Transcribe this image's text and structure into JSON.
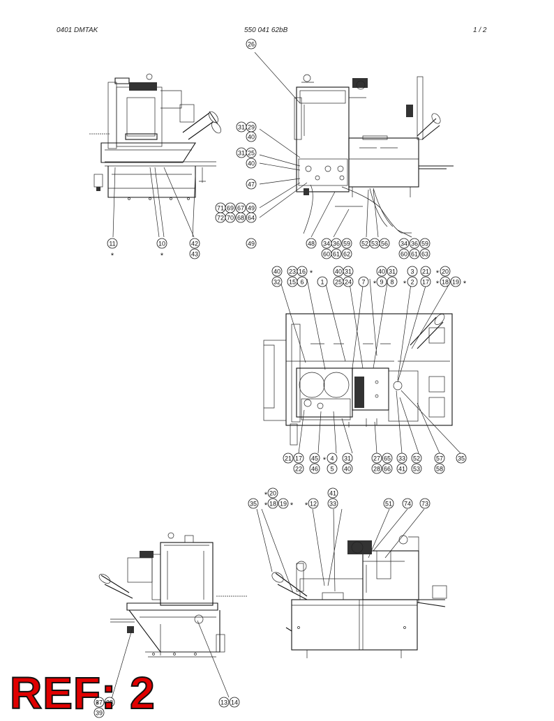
{
  "header": {
    "left": "0401   DMTAK",
    "center": "550 041 62bB",
    "right": "1 /   2"
  },
  "ref_label": "REF: 2",
  "callouts": {
    "v1": [
      {
        "id": "c11",
        "n": "11"
      },
      {
        "id": "c10",
        "n": "10"
      },
      {
        "id": "c42",
        "n": "42"
      },
      {
        "id": "c43",
        "n": "43"
      }
    ],
    "v2": [
      {
        "id": "c26",
        "n": "26"
      },
      {
        "id": "c31a",
        "n": "31"
      },
      {
        "id": "c29",
        "n": "29"
      },
      {
        "id": "c40a",
        "n": "40"
      },
      {
        "id": "c31b",
        "n": "31"
      },
      {
        "id": "c25",
        "n": "25"
      },
      {
        "id": "c40b",
        "n": "40"
      },
      {
        "id": "c47",
        "n": "47"
      },
      {
        "id": "c71",
        "n": "71"
      },
      {
        "id": "c69",
        "n": "69"
      },
      {
        "id": "c67",
        "n": "67"
      },
      {
        "id": "c49a",
        "n": "49"
      },
      {
        "id": "c72",
        "n": "72"
      },
      {
        "id": "c70",
        "n": "70"
      },
      {
        "id": "c68",
        "n": "68"
      },
      {
        "id": "c64",
        "n": "64"
      },
      {
        "id": "c49b",
        "n": "49"
      },
      {
        "id": "c48",
        "n": "48"
      },
      {
        "id": "c34a",
        "n": "34"
      },
      {
        "id": "c36a",
        "n": "36"
      },
      {
        "id": "c59a",
        "n": "59"
      },
      {
        "id": "c60a",
        "n": "60"
      },
      {
        "id": "c61a",
        "n": "61"
      },
      {
        "id": "c62",
        "n": "62"
      },
      {
        "id": "c52",
        "n": "52"
      },
      {
        "id": "c53",
        "n": "53"
      },
      {
        "id": "c56",
        "n": "56"
      },
      {
        "id": "c34b",
        "n": "34"
      },
      {
        "id": "c36b",
        "n": "36"
      },
      {
        "id": "c59b",
        "n": "59"
      },
      {
        "id": "c60b",
        "n": "60"
      },
      {
        "id": "c61b",
        "n": "61"
      },
      {
        "id": "c63",
        "n": "63"
      }
    ],
    "v3_top": [
      {
        "id": "c40c",
        "n": "40"
      },
      {
        "id": "c23",
        "n": "23"
      },
      {
        "id": "c16",
        "n": "16"
      },
      {
        "id": "c40d",
        "n": "40"
      },
      {
        "id": "c31c",
        "n": "31"
      },
      {
        "id": "c40e",
        "n": "40"
      },
      {
        "id": "c31d",
        "n": "31"
      },
      {
        "id": "c3",
        "n": "3"
      },
      {
        "id": "c21a",
        "n": "21"
      },
      {
        "id": "c20a",
        "n": "20"
      },
      {
        "id": "c32",
        "n": "32"
      },
      {
        "id": "c15",
        "n": "15"
      },
      {
        "id": "c6",
        "n": "6"
      },
      {
        "id": "c1",
        "n": "1"
      },
      {
        "id": "c25b",
        "n": "25"
      },
      {
        "id": "c24",
        "n": "24"
      },
      {
        "id": "c7",
        "n": "7"
      },
      {
        "id": "c9",
        "n": "9"
      },
      {
        "id": "c8",
        "n": "8"
      },
      {
        "id": "c2",
        "n": "2"
      },
      {
        "id": "c17a",
        "n": "17"
      },
      {
        "id": "c18a",
        "n": "18"
      },
      {
        "id": "c19a",
        "n": "19"
      }
    ],
    "v3_bottom": [
      {
        "id": "c21b",
        "n": "21"
      },
      {
        "id": "c17b",
        "n": "17"
      },
      {
        "id": "c22",
        "n": "22"
      },
      {
        "id": "c45",
        "n": "45"
      },
      {
        "id": "c46",
        "n": "46"
      },
      {
        "id": "c4",
        "n": "4"
      },
      {
        "id": "c5",
        "n": "5"
      },
      {
        "id": "c31e",
        "n": "31"
      },
      {
        "id": "c40f",
        "n": "40"
      },
      {
        "id": "c27",
        "n": "27"
      },
      {
        "id": "c65",
        "n": "65"
      },
      {
        "id": "c28",
        "n": "28"
      },
      {
        "id": "c66",
        "n": "66"
      },
      {
        "id": "c33a",
        "n": "33"
      },
      {
        "id": "c41a",
        "n": "41"
      },
      {
        "id": "c52b",
        "n": "52"
      },
      {
        "id": "c53b",
        "n": "53"
      },
      {
        "id": "c57",
        "n": "57"
      },
      {
        "id": "c58",
        "n": "58"
      },
      {
        "id": "c35a",
        "n": "35"
      }
    ],
    "v4": [
      {
        "id": "c20b",
        "n": "20"
      },
      {
        "id": "c35b",
        "n": "35"
      },
      {
        "id": "c18b",
        "n": "18"
      },
      {
        "id": "c19b",
        "n": "19"
      },
      {
        "id": "c12",
        "n": "12"
      },
      {
        "id": "c41b",
        "n": "41"
      },
      {
        "id": "c33b",
        "n": "33"
      },
      {
        "id": "c51",
        "n": "51"
      },
      {
        "id": "c74",
        "n": "74"
      },
      {
        "id": "c73",
        "n": "73"
      },
      {
        "id": "c13",
        "n": "13"
      },
      {
        "id": "c14",
        "n": "14"
      },
      {
        "id": "c38",
        "n": "38"
      },
      {
        "id": "c39",
        "n": "39"
      },
      {
        "id": "c37",
        "n": "37"
      }
    ]
  },
  "asterisk_mark": "*"
}
